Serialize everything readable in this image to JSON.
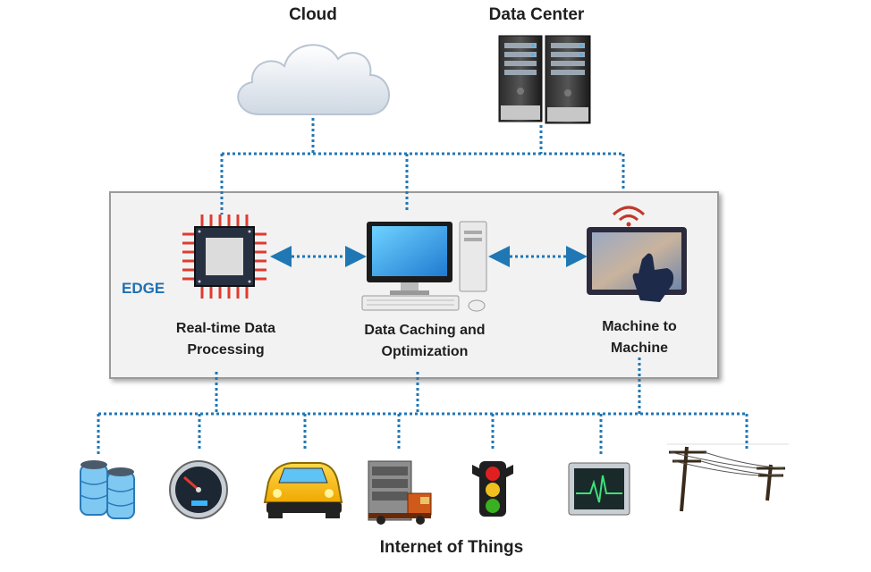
{
  "top": {
    "cloud_label": "Cloud",
    "datacenter_label": "Data Center"
  },
  "edge": {
    "label": "EDGE",
    "nodes": {
      "processing_line1": "Real-time Data",
      "processing_line2": "Processing",
      "caching_line1": "Data Caching and",
      "caching_line2": "Optimization",
      "m2m_line1": "Machine to",
      "m2m_line2": "Machine"
    }
  },
  "iot": {
    "label": "Internet of Things",
    "devices": [
      "database-icon",
      "gauge-icon",
      "car-icon",
      "server-truck-icon",
      "traffic-light-icon",
      "monitor-ecg-icon",
      "power-line-icon"
    ]
  },
  "colors": {
    "connector": "#1f77b4",
    "edge_text": "#1f6fb2",
    "chip_pins": "#e03a2f",
    "wifi": "#c0392b"
  }
}
